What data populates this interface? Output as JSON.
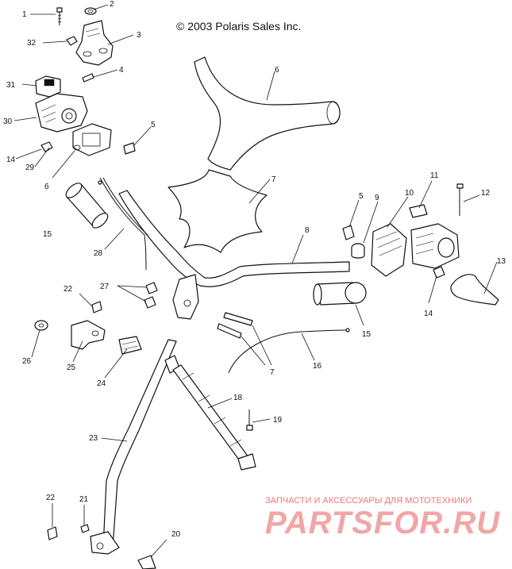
{
  "copyright": "© 2003 Polaris Sales Inc.",
  "callouts": {
    "c1": "1",
    "c2": "2",
    "c3": "3",
    "c4": "4",
    "c5a": "5",
    "c5b": "5",
    "c6": "6",
    "c7a": "7",
    "c7b": "7",
    "c8": "8",
    "c9": "9",
    "c10": "10",
    "c11": "11",
    "c12": "12",
    "c13": "13",
    "c14a": "14",
    "c14b": "14",
    "c15a": "15",
    "c15b": "15",
    "c16": "16",
    "c18": "18",
    "c19": "19",
    "c20": "20",
    "c21": "21",
    "c22a": "22",
    "c22b": "22",
    "c23": "23",
    "c24": "24",
    "c25": "25",
    "c26": "26",
    "c27": "27",
    "c28": "28",
    "c29": "29",
    "c30": "30",
    "c31": "31",
    "c32": "32"
  },
  "watermark": {
    "subtitle": "ЗАПЧАСТИ И АКСЕССУАРЫ ДЛЯ МОТОТЕХНИКИ",
    "brand": "PARTSFOR.RU"
  }
}
